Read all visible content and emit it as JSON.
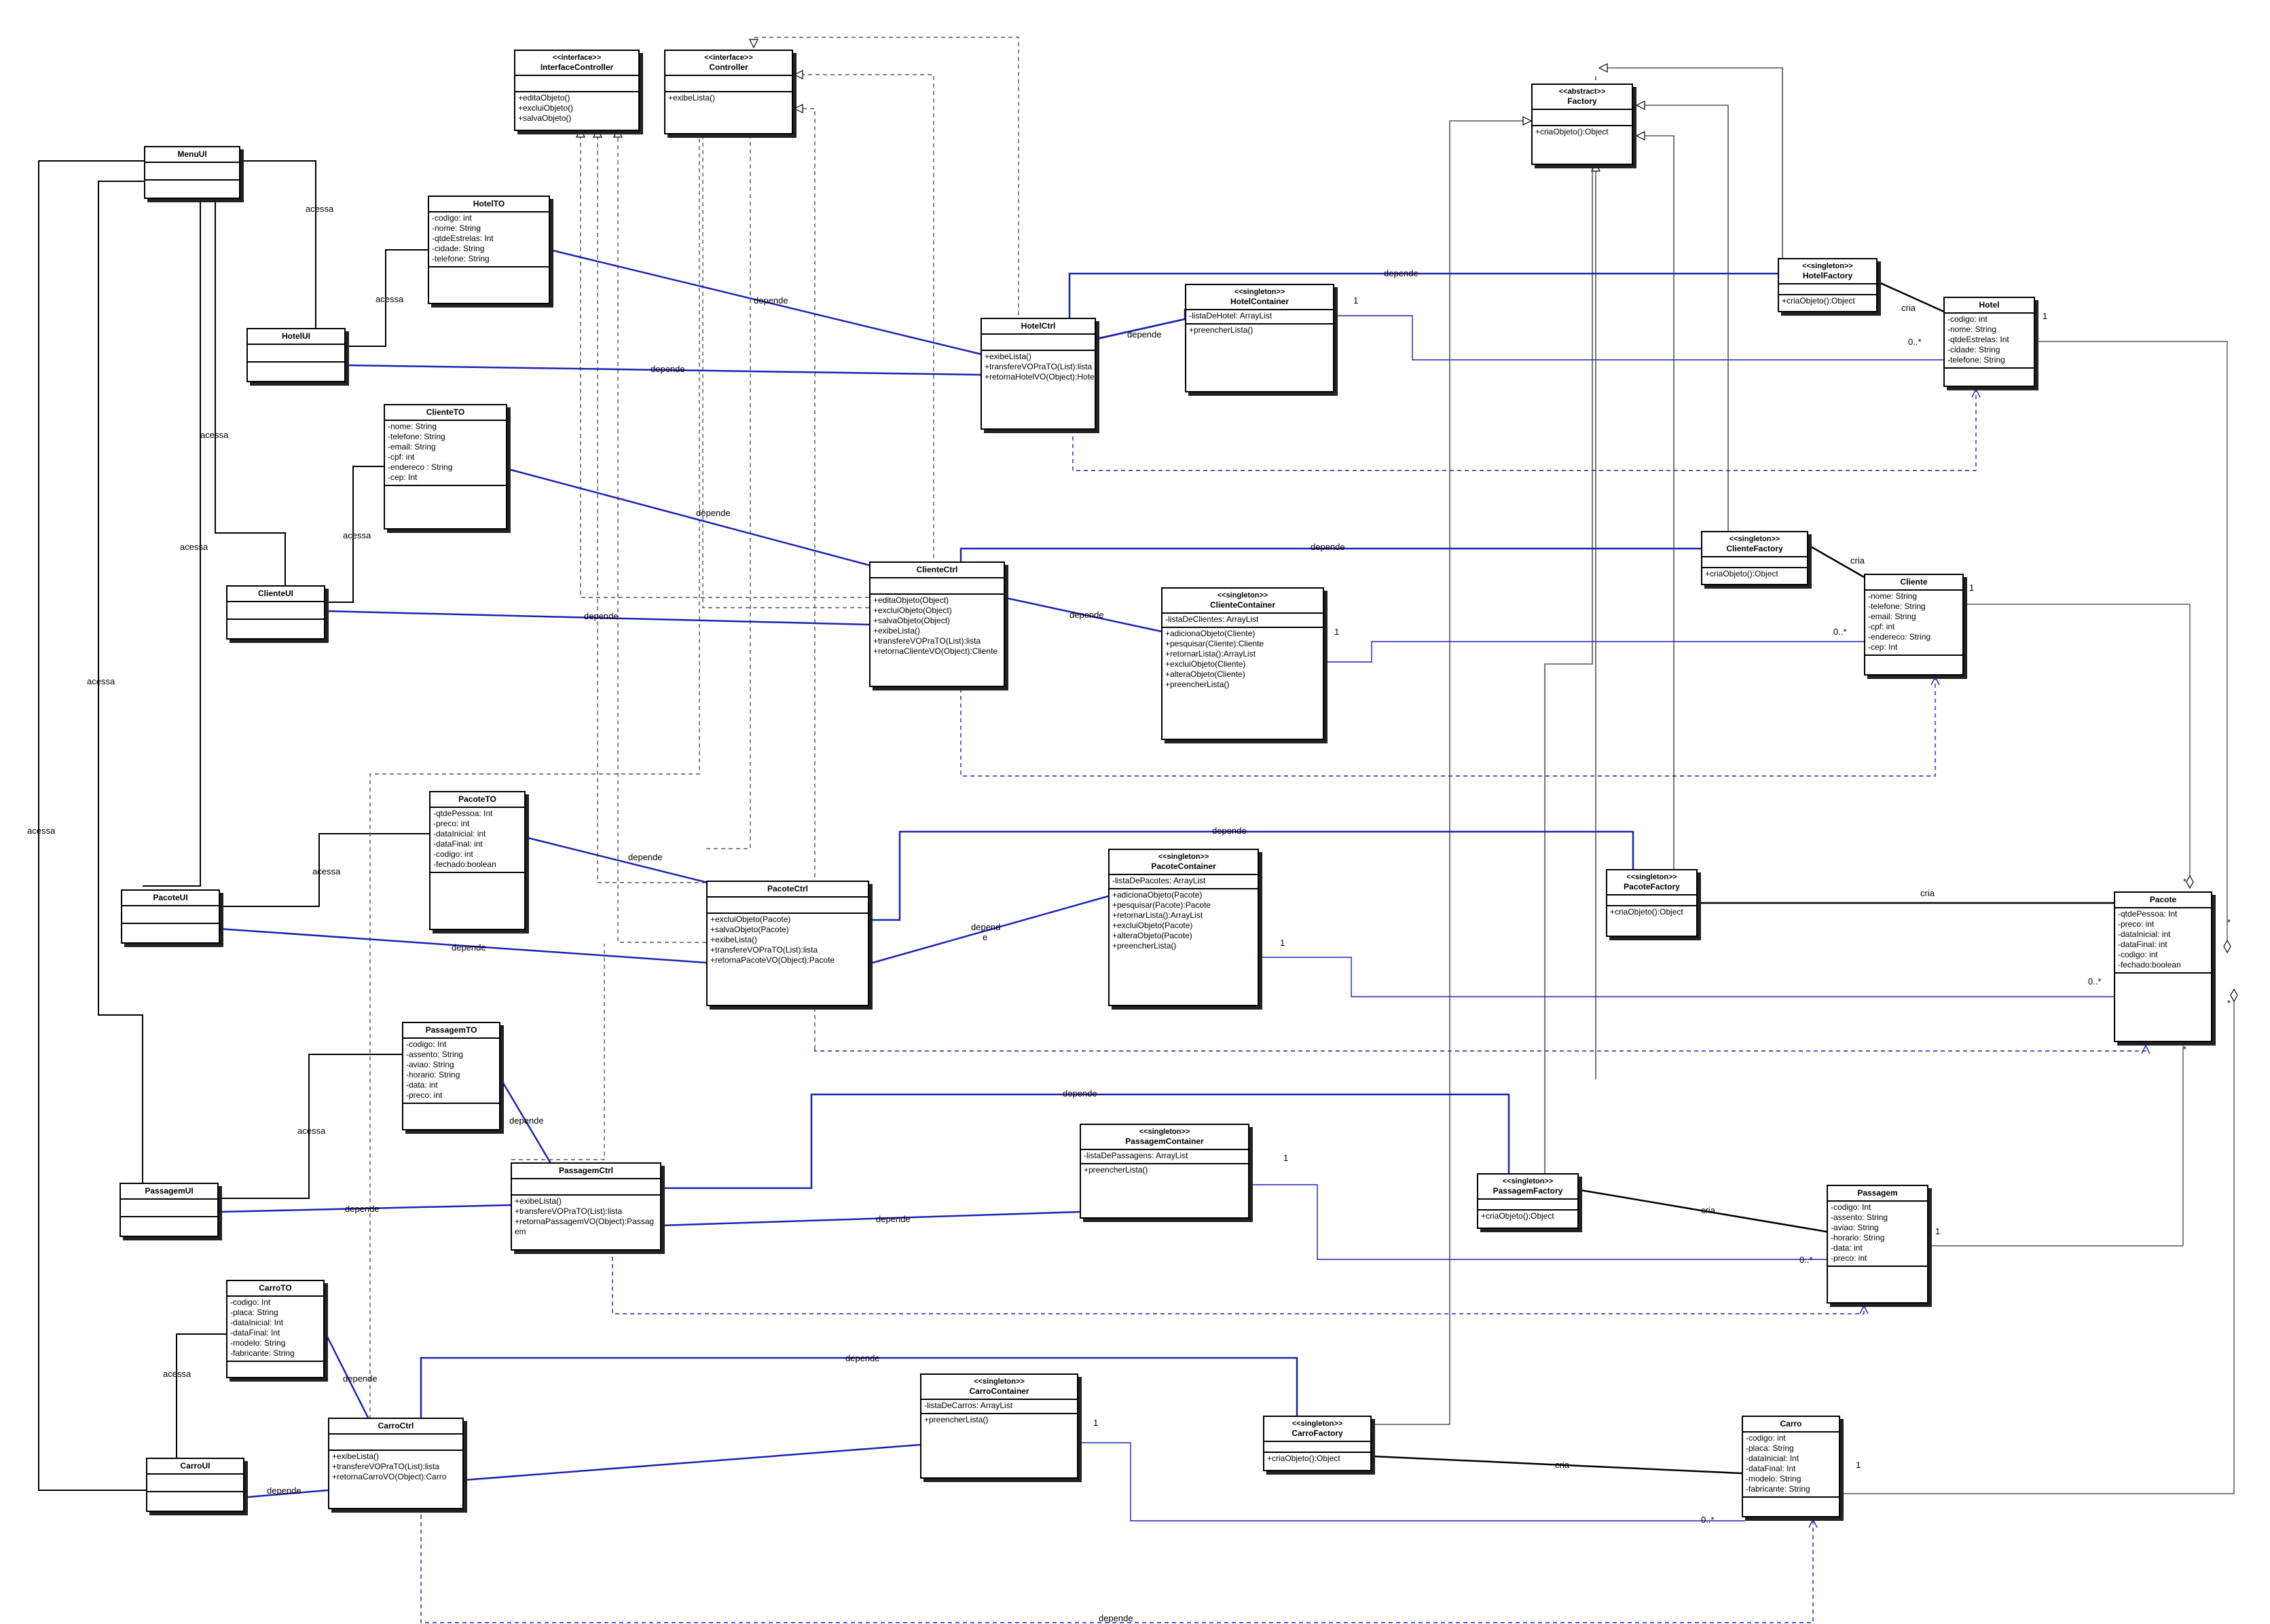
{
  "diagram": {
    "classes": {
      "menuUI": {
        "name": "MenuUI",
        "stereo": "",
        "attrs": [],
        "ops": []
      },
      "hotelUI": {
        "name": "HotelUI",
        "stereo": "",
        "attrs": [],
        "ops": []
      },
      "clienteUI": {
        "name": "ClienteUI",
        "stereo": "",
        "attrs": [],
        "ops": []
      },
      "pacoteUI": {
        "name": "PacoteUI",
        "stereo": "",
        "attrs": [],
        "ops": []
      },
      "passagemUI": {
        "name": "PassagemUI",
        "stereo": "",
        "attrs": [],
        "ops": []
      },
      "carroUI": {
        "name": "CarroUI",
        "stereo": "",
        "attrs": [],
        "ops": []
      },
      "interfaceController": {
        "name": "InterfaceController",
        "stereo": "<<interface>>",
        "attrs": null,
        "ops": [
          "+editaObjeto()",
          "+excluiObjeto()",
          "+salvaObjeto()"
        ]
      },
      "controller": {
        "name": "Controller",
        "stereo": "<<interface>>",
        "attrs": null,
        "ops": [
          "+exibeLista()"
        ]
      },
      "hotelTO": {
        "name": "HotelTO",
        "stereo": "",
        "attrs": [
          "-codigo: int",
          "-nome: String",
          "-qtdeEstrelas: Int",
          "-cidade: String",
          "-telefone: String"
        ],
        "ops": []
      },
      "clienteTO": {
        "name": "ClienteTO",
        "stereo": "",
        "attrs": [
          "-nome: String",
          "-telefone: String",
          "-email: String",
          "-cpf: int",
          "-endereco : String",
          "-cep: Int"
        ],
        "ops": []
      },
      "pacoteTO": {
        "name": "PacoteTO",
        "stereo": "",
        "attrs": [
          "-qtdePessoa: Int",
          "-preco: int",
          "-dataInicial: int",
          "-dataFinal: int",
          "-codigo: int",
          "-fechado:boolean"
        ],
        "ops": []
      },
      "passagemTO": {
        "name": "PassagemTO",
        "stereo": "",
        "attrs": [
          "-codigo: Int",
          "-assento: String",
          "-aviao: String",
          "-horario: String",
          "-data: int",
          "-preco: int"
        ],
        "ops": []
      },
      "carroTO": {
        "name": "CarroTO",
        "stereo": "",
        "attrs": [
          "-codigo: Int",
          "-placa: String",
          "-dataInicial: Int",
          "-dataFinal: Int",
          "-modelo: String",
          "-fabricante: String"
        ],
        "ops": []
      },
      "hotelCtrl": {
        "name": "HotelCtrl",
        "stereo": "",
        "attrs": [],
        "ops": [
          "+exibeLista()",
          "+transfereVOPraTO(List):lista",
          "+retornaHotelVO(Object):Hotel"
        ]
      },
      "clienteCtrl": {
        "name": "ClienteCtrl",
        "stereo": "",
        "attrs": [],
        "ops": [
          "+editaObjeto(Object)",
          "+excluiObjeto(Object)",
          "+salvaObjeto(Object)",
          "+exibeLista()",
          "+transfereVOPraTO(List):lista",
          "+retornaClienteVO(Object):Cliente"
        ]
      },
      "pacoteCtrl": {
        "name": "PacoteCtrl",
        "stereo": "",
        "attrs": [],
        "ops": [
          "+excluiObjeto(Pacote)",
          "+salvaObjeto(Pacote)",
          "+exibeLista()",
          "+transfereVOPraTO(List):lista",
          "+retornaPacoteVO(Object):Pacote"
        ]
      },
      "passagemCtrl": {
        "name": "PassagemCtrl",
        "stereo": "",
        "attrs": [],
        "ops": [
          "+exibeLista()",
          "+transfereVOPraTO(List):lista",
          "+retornaPassagemVO(Object):Passag",
          "em"
        ]
      },
      "carroCtrl": {
        "name": "CarroCtrl",
        "stereo": "",
        "attrs": [],
        "ops": [
          "+exibeLista()",
          "+transfereVOPraTO(List):lista",
          "+retornaCarroVO(Object):Carro"
        ]
      },
      "hotelContainer": {
        "name": "HotelContainer",
        "stereo": "<<singleton>>",
        "attrs": [
          "-listaDeHotel: ArrayList"
        ],
        "ops": [
          "+preencherLista()"
        ]
      },
      "clienteContainer": {
        "name": "ClienteContainer",
        "stereo": "<<singleton>>",
        "attrs": [
          "-listaDeClientes: ArrayList"
        ],
        "ops": [
          "+adicionaObjeto(Cliente)",
          "+pesquisar(Cliente):Cliente",
          "+retornarLista():ArrayList",
          "+excluiObjeto(Cliente)",
          "+alteraObjeto(Cliente)",
          "+preencherLista()"
        ]
      },
      "pacoteContainer": {
        "name": "PacoteContainer",
        "stereo": "<<singleton>>",
        "attrs": [
          "-listaDePacotes: ArrayList"
        ],
        "ops": [
          "+adicionaObjeto(Pacote)",
          "+pesquisar(Pacote):Pacote",
          "+retornarLista():ArrayList",
          "+excluiObjeto(Pacote)",
          "+alteraObjeto(Pacote)",
          "+preencherLista()"
        ]
      },
      "passagemContainer": {
        "name": "PassagemContainer",
        "stereo": "<<singleton>>",
        "attrs": [
          "-listaDePassagens: ArrayList"
        ],
        "ops": [
          "+preencherLista()"
        ]
      },
      "carroContainer": {
        "name": "CarroContainer",
        "stereo": "<<singleton>>",
        "attrs": [
          "-listaDeCarros: ArrayList"
        ],
        "ops": [
          "+preencherLista()"
        ]
      },
      "factory": {
        "name": "Factory",
        "stereo": "<<abstract>>",
        "attrs": null,
        "ops": [
          "+criaObjeto():Object"
        ]
      },
      "hotelFactory": {
        "name": "HotelFactory",
        "stereo": "<<singleton>>",
        "attrs": null,
        "ops": [
          "+criaObjeto():Object"
        ]
      },
      "clienteFactory": {
        "name": "ClienteFactory",
        "stereo": "<<singleton>>",
        "attrs": null,
        "ops": [
          "+criaObjeto():Object"
        ]
      },
      "pacoteFactory": {
        "name": "PacoteFactory",
        "stereo": "<<singleton>>",
        "attrs": null,
        "ops": [
          "+criaObjeto():Object"
        ]
      },
      "passagemFactory": {
        "name": "PassagemFactory",
        "stereo": "<<singleton>>",
        "attrs": null,
        "ops": [
          "+criaObjeto():Object"
        ]
      },
      "carroFactory": {
        "name": "CarroFactory",
        "stereo": "<<singleton>>",
        "attrs": null,
        "ops": [
          "+criaObjeto():Object"
        ]
      },
      "hotel": {
        "name": "Hotel",
        "stereo": "",
        "attrs": [
          "-codigo: int",
          "-nome: String",
          "-qtdeEstrelas: Int",
          "-cidade: String",
          "-telefone: String"
        ],
        "ops": []
      },
      "cliente": {
        "name": "Cliente",
        "stereo": "",
        "attrs": [
          "-nome: String",
          "-telefone: String",
          "-email: String",
          "-cpf: int",
          "-endereco: String",
          "-cep: Int"
        ],
        "ops": []
      },
      "pacote": {
        "name": "Pacote",
        "stereo": "",
        "attrs": [
          "-qtdePessoa: Int",
          "-preco: int",
          "-dataInicial: int",
          "-dataFinal: int",
          "-codigo: int",
          "-fechado:boolean"
        ],
        "ops": []
      },
      "passagem": {
        "name": "Passagem",
        "stereo": "",
        "attrs": [
          "-codigo: Int",
          "-assento: String",
          "-aviao: String",
          "-horario: String",
          "-data: int",
          "-preco: int"
        ],
        "ops": []
      },
      "carro": {
        "name": "Carro",
        "stereo": "",
        "attrs": [
          "-codigo: int",
          "-placa: String",
          "-dataInicial: Int",
          "-dataFinal: Int",
          "-modelo: String",
          "-fabricante: String"
        ],
        "ops": []
      }
    },
    "labels": {
      "acessa": "acessa",
      "depende": "depende",
      "cria": "cria",
      "depende_split_1": "depend",
      "depende_split_2": "e",
      "one": "1",
      "many": "0..*",
      "star": "*"
    },
    "colors": {
      "dependency": "#1a23b0",
      "structure": "#000000",
      "dashed_black": "#555555",
      "dashed_blue": "#1a23b0"
    }
  }
}
